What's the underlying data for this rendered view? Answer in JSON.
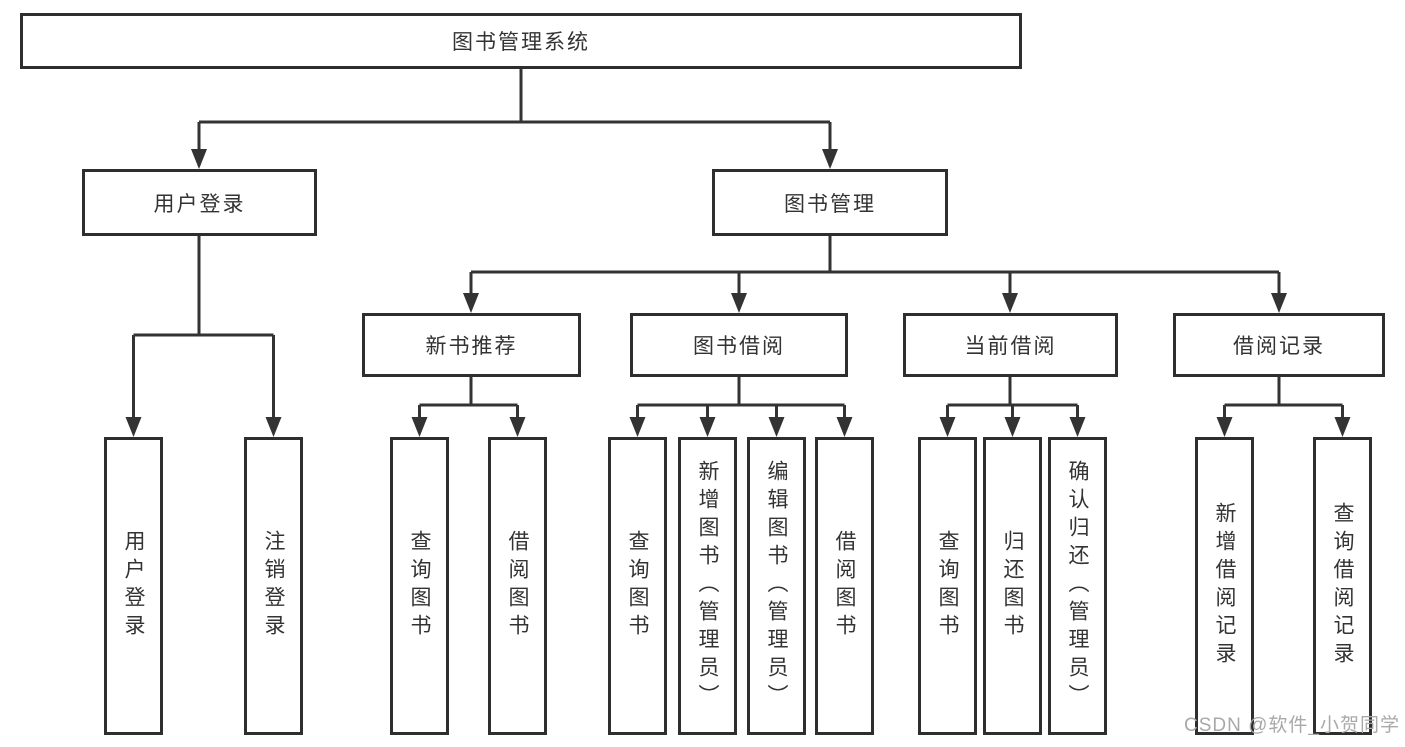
{
  "tree": {
    "root": {
      "label": "图书管理系统"
    },
    "level2": [
      {
        "label": "用户登录"
      },
      {
        "label": "图书管理"
      }
    ],
    "level3": [
      {
        "label": "新书推荐"
      },
      {
        "label": "图书借阅"
      },
      {
        "label": "当前借阅"
      },
      {
        "label": "借阅记录"
      }
    ],
    "leaves": {
      "user_login": [
        {
          "label": "用户登录"
        },
        {
          "label": "注销登录"
        }
      ],
      "new_book_rec": [
        {
          "label": "查询图书"
        },
        {
          "label": "借阅图书"
        }
      ],
      "book_borrow": [
        {
          "label": "查询图书"
        },
        {
          "label": "新增图书（管理员）"
        },
        {
          "label": "编辑图书（管理员）"
        },
        {
          "label": "借阅图书"
        }
      ],
      "current_borrow": [
        {
          "label": "查询图书"
        },
        {
          "label": "归还图书"
        },
        {
          "label": "确认归还（管理员）"
        }
      ],
      "borrow_records": [
        {
          "label": "新增借阅记录"
        },
        {
          "label": "查询借阅记录"
        }
      ]
    }
  },
  "watermark": {
    "text": "CSDN @软件_小贺同学"
  },
  "colors": {
    "line": "#333333",
    "border": "#2e2e2e",
    "text": "#333333",
    "background": "#ffffff",
    "watermark": "#a9a9a9"
  }
}
